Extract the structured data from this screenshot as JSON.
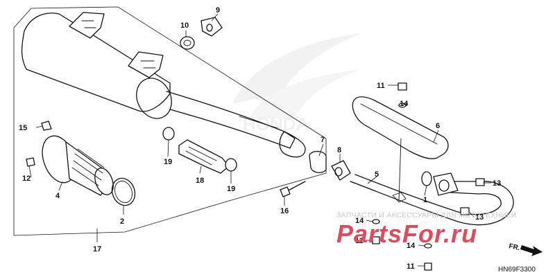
{
  "callouts": {
    "c1": "1",
    "c2": "2",
    "c4": "4",
    "c5": "5",
    "c6": "6",
    "c7": "7",
    "c8": "8",
    "c9": "9",
    "c10": "10",
    "c11a": "11",
    "c11b": "11",
    "c11c": "11",
    "c12": "12",
    "c13a": "13",
    "c13b": "13",
    "c14a": "14",
    "c14b": "14",
    "c14c": "14",
    "c15": "15",
    "c16": "16",
    "c17": "17",
    "c18": "18",
    "c19a": "19",
    "c19b": "19"
  },
  "watermark": {
    "caption": "ЗАПЧАСТИ И АКСЕССУАРЫ ДЛЯ МОТОТЕХНИКИ",
    "logo": "PartsFor.ru"
  },
  "diagram_code": "HN69F3300",
  "direction_label": "FR.",
  "colors": {
    "watermark_logo": "#e04a5a",
    "line": "#111111"
  }
}
